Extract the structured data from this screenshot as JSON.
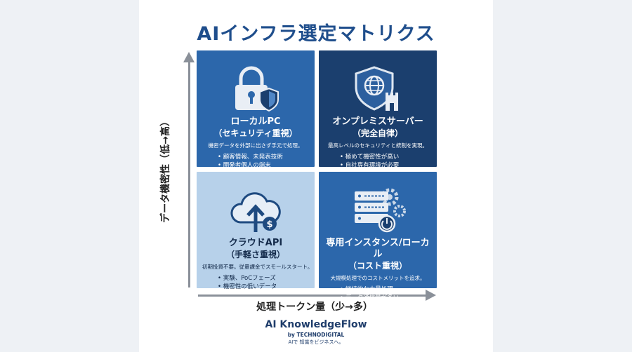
{
  "title": "AIインフラ選定マトリクス",
  "axes": {
    "y_label": "データ機密性（低→高）",
    "x_label": "処理トークン量（少→多）"
  },
  "quadrants": {
    "local_pc": {
      "title": "ローカルPC",
      "subtitle": "（セキュリティ重視）",
      "description": "機密データを外部に出さず手元で処理。",
      "bullets": [
        "顧客情報、未発表技術",
        "開発者個人の端末"
      ],
      "icon": "padlock-shield-icon"
    },
    "on_premise": {
      "title": "オンプレミスサーバー",
      "subtitle": "（完全自律）",
      "description": "最高レベルのセキュリティと統制を実現。",
      "bullets": [
        "極めて機密性が高い",
        "自社専有環境が必要"
      ],
      "icon": "shield-globe-castle-icon"
    },
    "cloud_api": {
      "title": "クラウドAPI",
      "subtitle": "（手軽さ重視）",
      "description": "初期投資不要。従量課金でスモールスタート。",
      "bullets": [
        "実験、PoCフェーズ",
        "機密性の低いデータ"
      ],
      "icon": "cloud-upload-dollar-icon"
    },
    "dedicated": {
      "title": "専用インスタンス/ローカル",
      "subtitle": "（コスト重視）",
      "description": "大規模処理でのコストメリットを追求。",
      "bullets": [
        "継続的な大量処理",
        "データ通信量が多い"
      ],
      "icon": "server-gear-power-icon"
    }
  },
  "brand": {
    "name": "AI KnowledgeFlow",
    "by": "by TECHNODIGITAL",
    "tagline": "AIで 知識をビジネスへ。"
  },
  "colors": {
    "title": "#1f4e8c",
    "quadrant_mid_blue": "#2c67ab",
    "quadrant_dark_blue": "#1b3f6e",
    "quadrant_light_blue": "#b7d1ea",
    "axis": "#8a9099"
  }
}
